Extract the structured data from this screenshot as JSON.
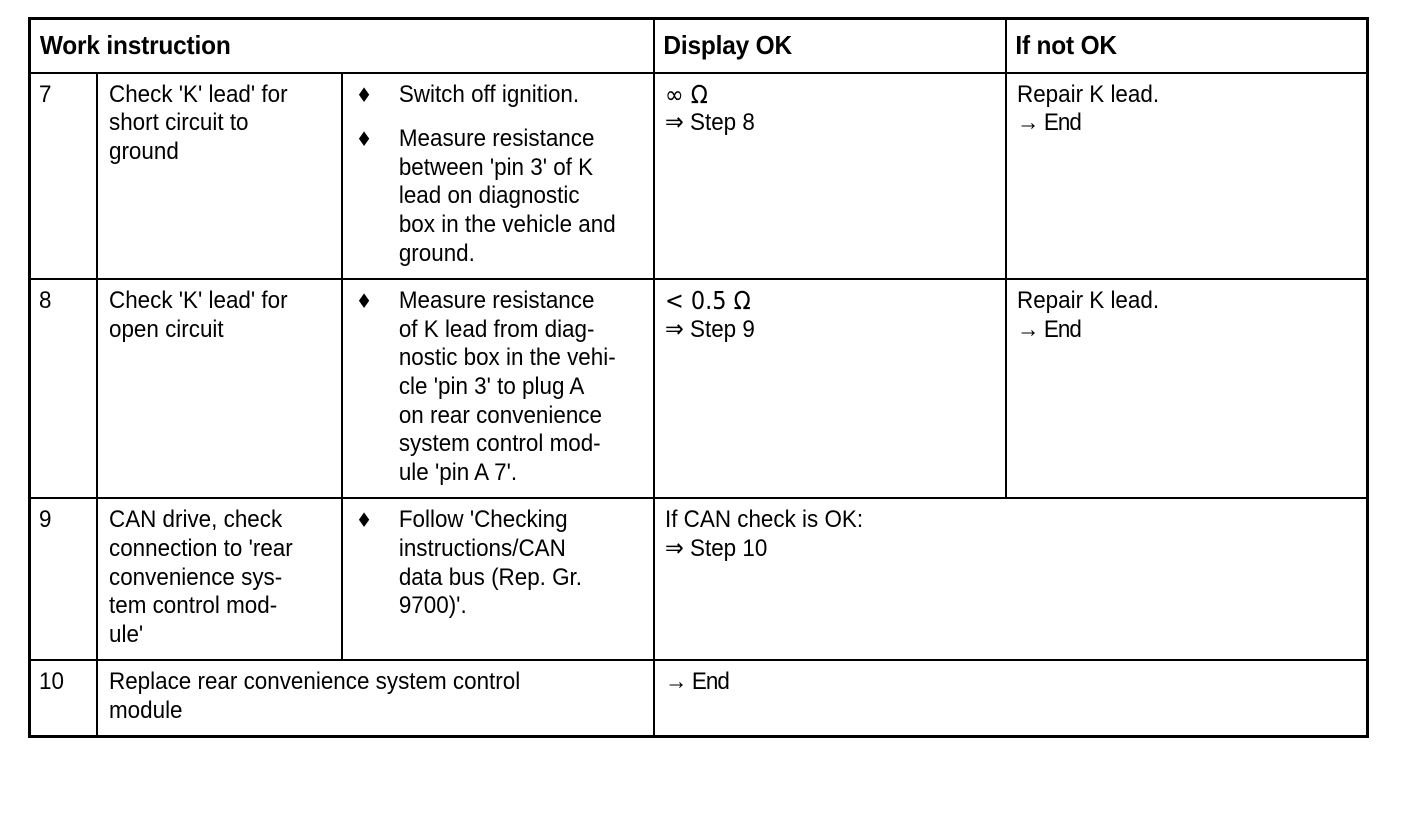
{
  "table": {
    "headers": {
      "work_instruction": "Work instruction",
      "display_ok": "Display OK",
      "if_not_ok": "If not OK"
    },
    "rows": [
      {
        "step": "7",
        "task_lines": [
          "Check 'K' lead' for",
          "short circuit to",
          "ground"
        ],
        "bullets": [
          {
            "mark": "♦",
            "lines": [
              "Switch off ignition."
            ]
          },
          {
            "mark": "♦",
            "lines": [
              "Measure resistance",
              "between 'pin 3' of K",
              "lead on diagnostic",
              "box in the vehicle and",
              "ground."
            ]
          }
        ],
        "display_ok_lines": [
          "∞ Ω",
          "⇒ Step 8"
        ],
        "if_not_ok_lines": [
          "Repair K lead.",
          "→ End"
        ]
      },
      {
        "step": "8",
        "task_lines": [
          "Check 'K' lead' for",
          "open circuit"
        ],
        "bullets": [
          {
            "mark": "♦",
            "lines": [
              "Measure resistance",
              "of K lead from diag-",
              "nostic box in the vehi-",
              "cle 'pin 3' to plug A",
              "on rear convenience",
              "system control mod-",
              "ule 'pin A 7'."
            ]
          }
        ],
        "display_ok_lines": [
          "< 0.5 Ω",
          "⇒ Step 9"
        ],
        "if_not_ok_lines": [
          "Repair K lead.",
          "→ End"
        ]
      },
      {
        "step": "9",
        "task_lines": [
          "CAN drive, check",
          "connection to 'rear",
          "convenience sys-",
          "tem control mod-",
          "ule'"
        ],
        "bullets": [
          {
            "mark": "♦",
            "lines": [
              "Follow 'Checking",
              "instructions/CAN",
              "data bus (Rep. Gr.",
              "9700)'."
            ]
          }
        ],
        "display_ok_lines": [
          "If CAN check is OK:",
          "⇒ Step 10"
        ],
        "if_not_ok_lines": []
      },
      {
        "step": "10",
        "task_lines": [
          "Replace rear convenience system control",
          "module"
        ],
        "bullets": [],
        "display_ok_lines": [
          "→ End"
        ],
        "if_not_ok_lines": []
      }
    ]
  }
}
